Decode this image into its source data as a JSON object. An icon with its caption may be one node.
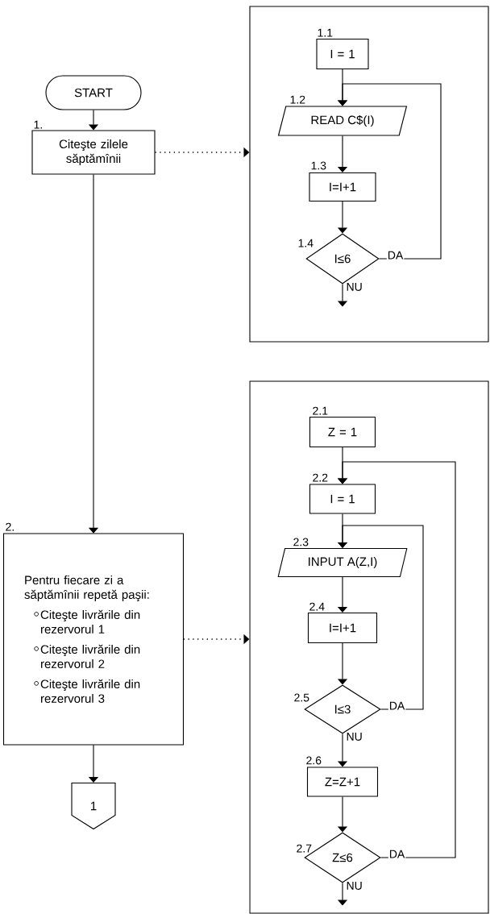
{
  "diagram": {
    "nodes": [
      {
        "text": [
          "START"
        ]
      },
      {
        "text": [
          "Citeşte zilele săptămînii"
        ],
        "beside": [
          "1."
        ]
      },
      {
        "text": [],
        "shape": "box"
      },
      {
        "text": [
          "I = 1"
        ],
        "beside": [
          "1.1"
        ],
        "in": 2
      },
      {
        "text": [
          "READ C$(I)"
        ],
        "beside": [
          "1.2"
        ],
        "in": 2
      },
      {
        "text": [
          "I=I+1"
        ],
        "beside": [
          "1.3"
        ],
        "in": 2
      },
      {
        "text": [
          "I≤6"
        ],
        "beside": [
          "1.4"
        ],
        "in": 2
      },
      {
        "text": [
          "Pentru fiecare zi a săptămînii repetă paşii:",
          "Citeşte livrările din rezervorul 1",
          "Citeşte livrările din rezervorul 2",
          "Citeşte livrările din rezervorul 3"
        ],
        "beside": [
          "2."
        ]
      },
      {
        "text": [
          "1"
        ]
      },
      {
        "text": [],
        "shape": "box"
      },
      {
        "text": [
          "Z = 1"
        ],
        "beside": [
          "2.1"
        ],
        "in": 9
      },
      {
        "text": [
          "I = 1"
        ],
        "beside": [
          "2.2"
        ],
        "in": 9
      },
      {
        "text": [
          "INPUT A(Z,I)"
        ],
        "beside": [
          "2.3"
        ],
        "in": 9
      },
      {
        "text": [
          "I=I+1"
        ],
        "beside": [
          "2.4"
        ],
        "in": 9
      },
      {
        "text": [
          "I≤3"
        ],
        "beside": [
          "2.5"
        ],
        "in": 9
      },
      {
        "text": [
          "Z=Z+1"
        ],
        "beside": [
          "2.6"
        ],
        "in": 9
      },
      {
        "text": [
          "Z≤6"
        ],
        "beside": [
          "2.7"
        ],
        "in": 9
      }
    ],
    "edges": [
      {
        "from": 0,
        "to": 1,
        "arrow": "to"
      },
      {
        "from": 1,
        "to": 2,
        "arrow": "to",
        "style": "dashed"
      },
      {
        "from": 1,
        "to": 7,
        "arrow": "to"
      },
      {
        "from": 3,
        "to": 4,
        "arrow": "to"
      },
      {
        "from": 4,
        "to": 5,
        "arrow": "to"
      },
      {
        "from": 5,
        "to": 6,
        "arrow": "to"
      },
      {
        "from": 6,
        "to": 4,
        "arrow": "to",
        "label": "DA"
      },
      {
        "from": 6,
        "to": null,
        "arrow": "to",
        "label": "NU"
      },
      {
        "from": 7,
        "to": 9,
        "arrow": "to",
        "style": "dashed"
      },
      {
        "from": 7,
        "to": 8,
        "arrow": "to"
      },
      {
        "from": 10,
        "to": 11,
        "arrow": "to"
      },
      {
        "from": 11,
        "to": 12,
        "arrow": "to"
      },
      {
        "from": 12,
        "to": 13,
        "arrow": "to"
      },
      {
        "from": 13,
        "to": 14,
        "arrow": "to"
      },
      {
        "from": 14,
        "to": 12,
        "arrow": "to",
        "label": "DA"
      },
      {
        "from": 14,
        "to": 15,
        "arrow": "to",
        "label": "NU"
      },
      {
        "from": 15,
        "to": 16,
        "arrow": "to"
      },
      {
        "from": 16,
        "to": 11,
        "arrow": "to",
        "label": "DA"
      },
      {
        "from": 16,
        "to": null,
        "arrow": "to",
        "label": "NU"
      }
    ]
  }
}
